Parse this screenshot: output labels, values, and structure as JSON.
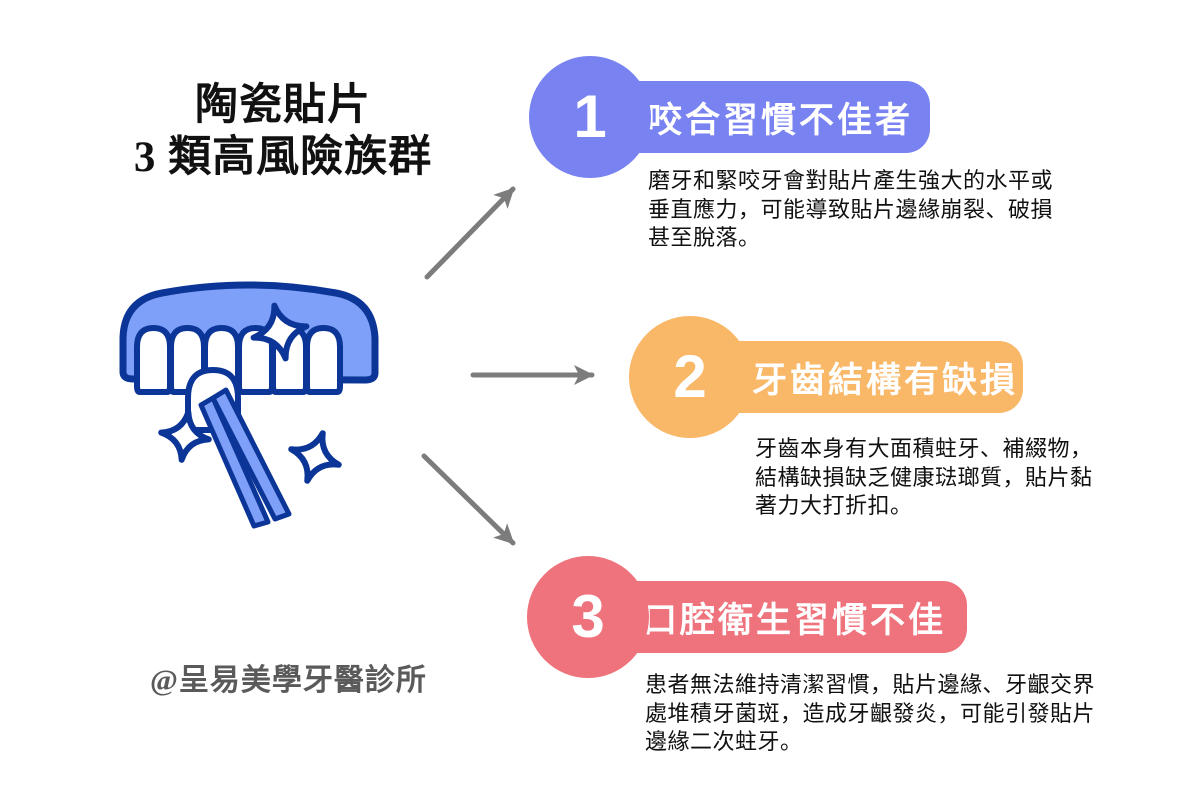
{
  "title": {
    "line1": "陶瓷貼片",
    "line2": "3 類高風險族群"
  },
  "watermark": "@呈易美學牙醫診所",
  "illustration": {
    "name": "upper-teeth-veneer-tweezers-sparkles"
  },
  "items": [
    {
      "number": "1",
      "label": "咬合習慣不佳者",
      "color": "#7882f0",
      "lines": [
        "磨牙和緊咬牙會對貼片產生強大的水平或",
        "垂直應力，可能導致貼片邊緣崩裂、破損",
        "甚至脫落。"
      ]
    },
    {
      "number": "2",
      "label": "牙齒結構有缺損",
      "color": "#f9b768",
      "lines": [
        "牙齒本身有大面積蛀牙、補綴物，",
        "結構缺損缺乏健康琺瑯質，貼片黏",
        "著力大打折扣。"
      ]
    },
    {
      "number": "3",
      "label": "口腔衛生習慣不佳",
      "color": "#ee737c",
      "lines": [
        "患者無法維持清潔習慣，貼片邊緣、牙齦交界",
        "處堆積牙菌斑，造成牙齦發炎，可能引發貼片",
        "邊緣二次蛀牙。"
      ]
    }
  ],
  "colors": {
    "background": "#ffffff",
    "arrow": "#7c7c7c",
    "ink": "#111111",
    "watermark_gray": "#5a5a5a",
    "pill_text": "#ffffff",
    "illo_fill": "#7ea0f8",
    "illo_outline": "#0c3598",
    "tooth_white": "#ffffff"
  }
}
